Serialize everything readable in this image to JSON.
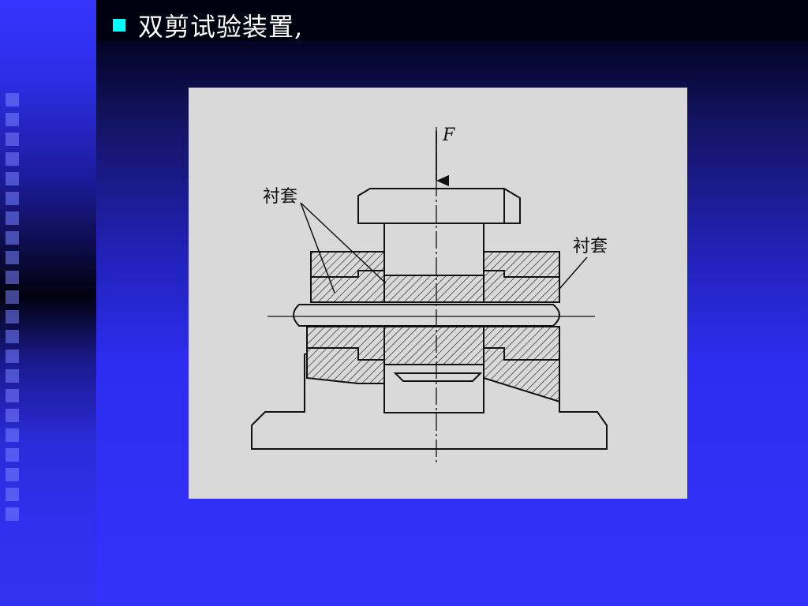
{
  "slide": {
    "title": "双剪试验装置,"
  },
  "figure": {
    "labels": {
      "force": "F",
      "bushing_left": "衬套",
      "bushing_right": "衬套"
    }
  },
  "colors": {
    "background_top": "#000010",
    "background_bottom": "#3232fa",
    "bullet": "#00ffff",
    "figure_bg": "#d9d9d9"
  }
}
